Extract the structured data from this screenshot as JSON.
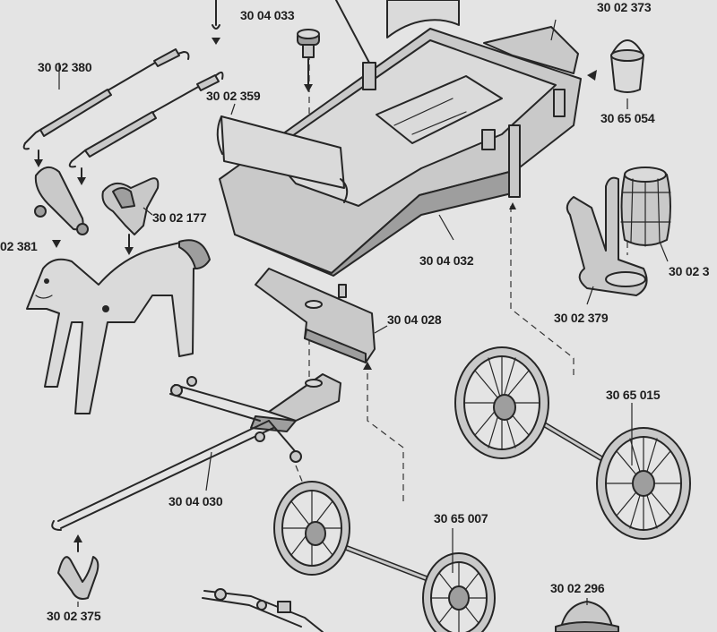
{
  "part_labels": {
    "p3004033": "30 04 033",
    "p3002373": "30 02 373",
    "p3002380": "30 02 380",
    "p3002359": "30 02 359",
    "p3065054": "30 65 054",
    "p3002381": "02 381",
    "p3002177": "30 02 177",
    "p3004032": "30 04 032",
    "p3002379": "30 02 379",
    "p3002barrel": "30 02 3",
    "p3004028": "30 04 028",
    "p3065015": "30 65 015",
    "p3004030": "30 04 030",
    "p3065007": "30 65 007",
    "p3002296": "30 02 296",
    "p3002375": "30 02 375"
  }
}
